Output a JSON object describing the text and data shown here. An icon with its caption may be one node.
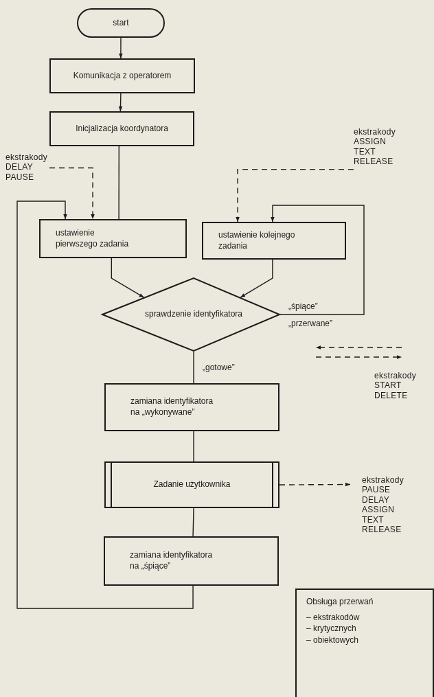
{
  "diagram": {
    "nodes": [
      {
        "text": [
          "start"
        ]
      },
      {
        "text": [
          "Komunikacja z operatorem"
        ]
      },
      {
        "text": [
          "Inicjalizacja koordynatora"
        ]
      },
      {
        "text": [
          "ekstrakody DELAY PAUSE"
        ]
      },
      {
        "text": [
          "ekstrakody ASSIGN TEXT RELEASE"
        ]
      },
      {
        "text": [
          "ustawienie pierwszego zadania"
        ]
      },
      {
        "text": [
          "ustawienie kolejnego zadania"
        ]
      },
      {
        "text": [
          "sprawdzenie identyfikatora"
        ]
      },
      {
        "text": [
          "ekstrakody START DELETE"
        ]
      },
      {
        "text": [
          "zamiana identyfikatora na „wykonywane”"
        ]
      },
      {
        "text": [
          "Zadanie użytkownika"
        ]
      },
      {
        "text": [
          "ekstrakody PAUSE DELAY ASSIGN TEXT RELEASE"
        ]
      },
      {
        "text": [
          "zamiana identyfikatora na „śpiące”"
        ]
      },
      {
        "text": [
          "Obsługa przerwań",
          "– ekstrakodów",
          "– krytycznych",
          "– obiektowych"
        ]
      }
    ],
    "edges": [
      {
        "from": 0,
        "to": 1,
        "arrow": "to"
      },
      {
        "from": 1,
        "to": 2,
        "arrow": "to"
      },
      {
        "from": 2,
        "to": 5,
        "arrow": "none"
      },
      {
        "from": 3,
        "to": 5,
        "arrow": "to",
        "style": "dashed"
      },
      {
        "from": 4,
        "to": 6,
        "arrow": "to",
        "style": "dashed"
      },
      {
        "from": 5,
        "to": 7,
        "arrow": "to"
      },
      {
        "from": 6,
        "to": 7,
        "arrow": "to"
      },
      {
        "from": 7,
        "to": 6,
        "arrow": "to",
        "label": "„śpiące”"
      },
      {
        "from": 7,
        "to": 9,
        "arrow": "none",
        "label": "„gotowe”"
      },
      {
        "from": 9,
        "to": 10,
        "arrow": "none"
      },
      {
        "from": 10,
        "to": 11,
        "arrow": "to",
        "style": "dashed"
      },
      {
        "from": 10,
        "to": 12,
        "arrow": "none"
      },
      {
        "from": 12,
        "to": 5,
        "arrow": "to"
      },
      {
        "from": 8,
        "to": null,
        "arrow": "to",
        "style": "dashed"
      },
      {
        "from": null,
        "to": 8,
        "arrow": "to",
        "style": "dashed"
      }
    ],
    "labels": [
      "„przerwane”"
    ]
  }
}
